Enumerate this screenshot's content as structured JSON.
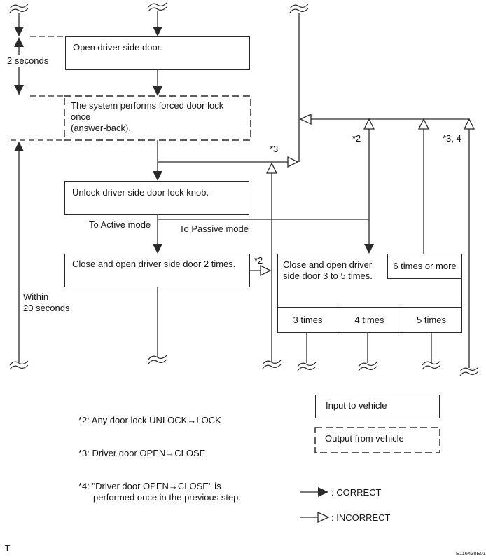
{
  "boxes": {
    "open_door": "Open driver side door.",
    "answer_back": [
      "The system performs forced door lock once",
      "(answer-back)."
    ],
    "unlock_knob": "Unlock driver side door lock knob.",
    "close_open_2": "Close and open driver side door 2 times.",
    "close_open_3to5": [
      "Close and open driver",
      "side door 3 to 5 times."
    ],
    "six_times_or_more": "6 times or more",
    "times_cells": [
      "3 times",
      "4 times",
      "5 times"
    ]
  },
  "timing_labels": {
    "two_seconds": "2 seconds",
    "within_20": [
      "Within",
      "20 seconds"
    ]
  },
  "mode_labels": {
    "active": "To Active mode",
    "passive": "To Passive mode"
  },
  "ref_labels": {
    "star3": "*3",
    "star2_top": "*2",
    "star3_4": "*3, 4",
    "star2_side": "*2"
  },
  "notes": {
    "note2": "*2: Any door lock UNLOCK→LOCK",
    "note3": "*3: Driver door OPEN→CLOSE",
    "note4_line1": "*4: \"Driver door OPEN→CLOSE\" is",
    "note4_line2": "performed once in the previous step."
  },
  "legend": {
    "input": "Input to vehicle",
    "output": "Output from vehicle",
    "correct": ": CORRECT",
    "incorrect": ": INCORRECT"
  },
  "footer": {
    "page_marker": "T",
    "figure_code": "E116438E01"
  },
  "colors": {
    "ink": "#2a2a2a",
    "background": "#ffffff"
  }
}
